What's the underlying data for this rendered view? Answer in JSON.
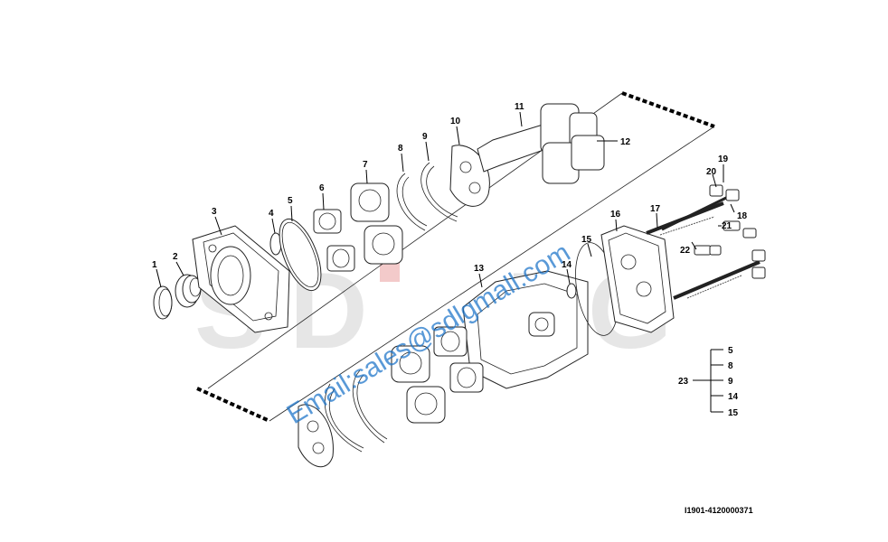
{
  "diagram": {
    "drawing_code": "I1901-4120000371",
    "watermark_text": "Email:sales@sdlgmall.com",
    "watermark_logo_text": "SDLG",
    "watermark_color": "#1a73c9",
    "callouts": {
      "c1": "1",
      "c2": "2",
      "c3": "3",
      "c4": "4",
      "c5": "5",
      "c6": "6",
      "c7": "7",
      "c8": "8",
      "c9": "9",
      "c10": "10",
      "c11": "11",
      "c12": "12",
      "c13": "13",
      "c14": "14",
      "c15": "15",
      "c16": "16",
      "c17": "17",
      "c18": "18",
      "c19": "19",
      "c20": "20",
      "c21": "21",
      "c22": "22"
    },
    "kit": {
      "label": "23",
      "items": [
        "5",
        "8",
        "9",
        "14",
        "15"
      ]
    }
  }
}
